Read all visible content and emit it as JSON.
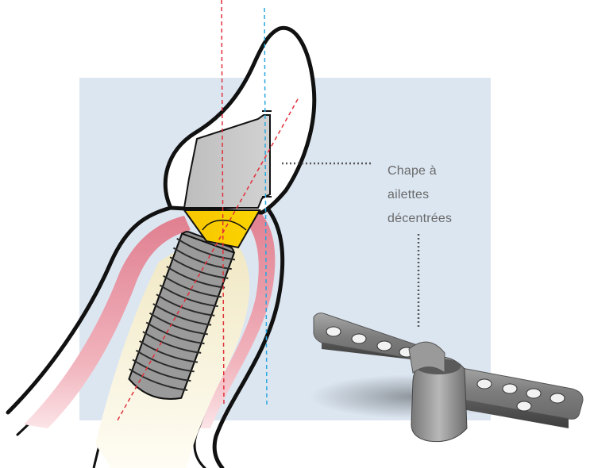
{
  "annotation": {
    "lines": [
      "Chape à",
      "ailettes",
      "décentrées"
    ]
  },
  "colors": {
    "background_panel": "#dce6f1",
    "enamel": "#ffffff",
    "outline": "#111111",
    "abutment": "#c8c8c8",
    "gold_collar": "#f5c400",
    "gum": "#e9909e",
    "bone": "#f4eccb",
    "implant_thread": "#8e8e8e",
    "axis_red": "#e0303a",
    "axis_blue": "#29a7e0",
    "leader": "#555555",
    "plate_metal": "#8a8a8a"
  },
  "icons": {
    "tooth": "tooth-crown-illustration",
    "implant": "screw-implant-illustration",
    "plate": "offset-wing-coping-illustration"
  }
}
